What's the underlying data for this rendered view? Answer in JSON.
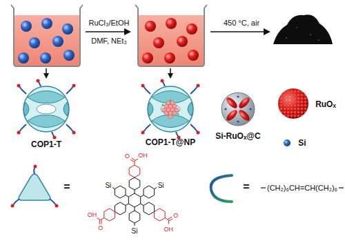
{
  "diagram": {
    "labels": [
      "RuCl₃/EtOH",
      "DMF, NEt₃",
      "450 °C, air",
      "COP1-T",
      "COP1-T@NP",
      "Si-RuOₓ@C",
      "RuOₓ",
      "Si",
      "=",
      "=",
      "(CH₂)₆CH=CH(CH₂)₆",
      "Si",
      "Si",
      "Si",
      "O",
      "OH",
      "O",
      "OH",
      "O",
      "OH"
    ]
  }
}
